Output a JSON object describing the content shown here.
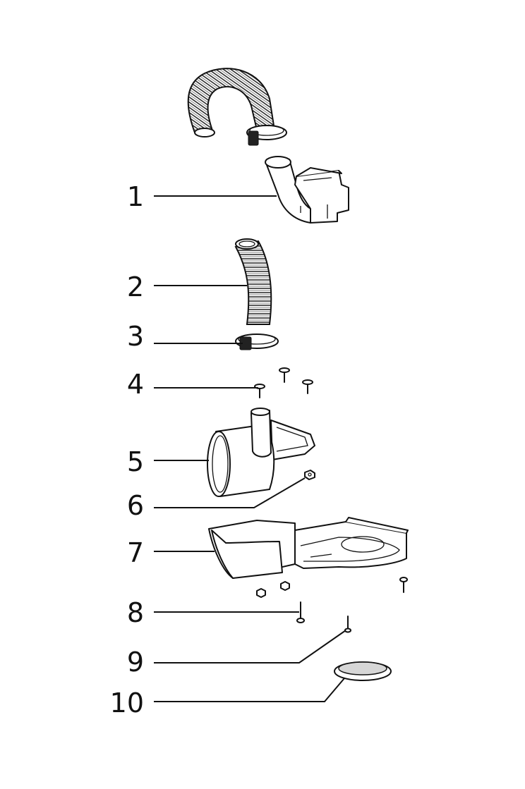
{
  "diagram": {
    "labels": [
      "1",
      "2",
      "3",
      "4",
      "5",
      "6",
      "7",
      "8",
      "9",
      "10"
    ]
  },
  "colors": {
    "line": "#111111",
    "background": "#ffffff"
  }
}
